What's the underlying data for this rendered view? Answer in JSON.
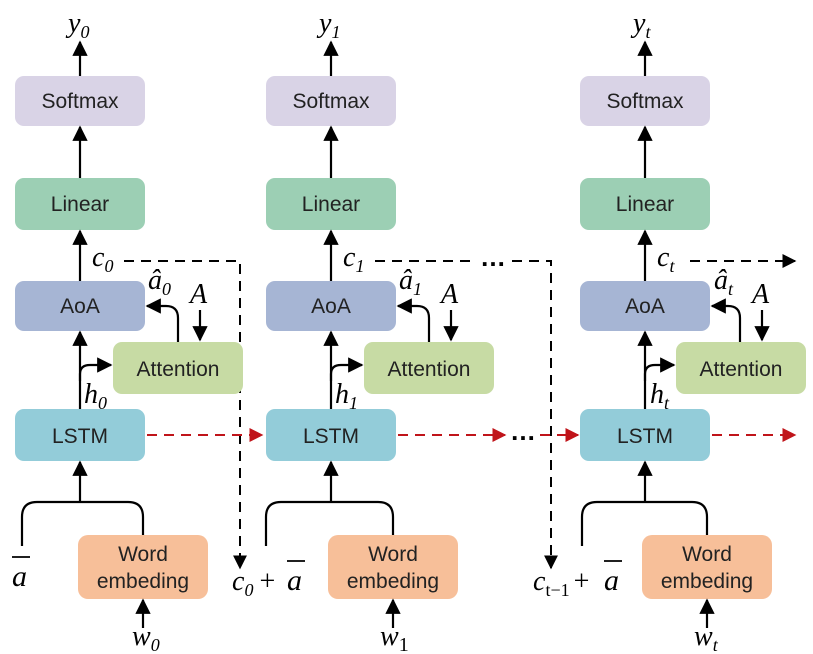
{
  "colors": {
    "softmax": "#d9d3e6",
    "linear": "#9ccfb4",
    "aoa": "#a6b5d4",
    "attention": "#c7dba4",
    "lstm": "#93ccd9",
    "word": "#f7bf99",
    "recurrent_arrow": "#c0141a"
  },
  "labels": {
    "softmax": "Softmax",
    "linear": "Linear",
    "aoa": "AoA",
    "attention": "Attention",
    "lstm": "LSTM",
    "word_line1": "Word",
    "word_line2": "embeding",
    "ellipsis": "…",
    "plus": "+",
    "abar": "a",
    "A": "A",
    "ahat": "a"
  },
  "steps": [
    {
      "out": "y",
      "out_sub": "0",
      "ctx": "c",
      "ctx_sub": "0",
      "hid": "h",
      "hid_sub": "0",
      "att": "â",
      "att_sub": "0",
      "word": "w",
      "word_sub": "0",
      "input_c": "",
      "input_c_sub": ""
    },
    {
      "out": "y",
      "out_sub": "1",
      "ctx": "c",
      "ctx_sub": "1",
      "hid": "h",
      "hid_sub": "1",
      "att": "â",
      "att_sub": "1",
      "word": "w",
      "word_sub": "1",
      "input_c": "c",
      "input_c_sub": "0"
    },
    {
      "out": "y",
      "out_sub": "t",
      "ctx": "c",
      "ctx_sub": "t",
      "hid": "h",
      "hid_sub": "t",
      "att": "â",
      "att_sub": "t",
      "word": "w",
      "word_sub": "t",
      "input_c": "c",
      "input_c_sub": "t−1"
    }
  ]
}
